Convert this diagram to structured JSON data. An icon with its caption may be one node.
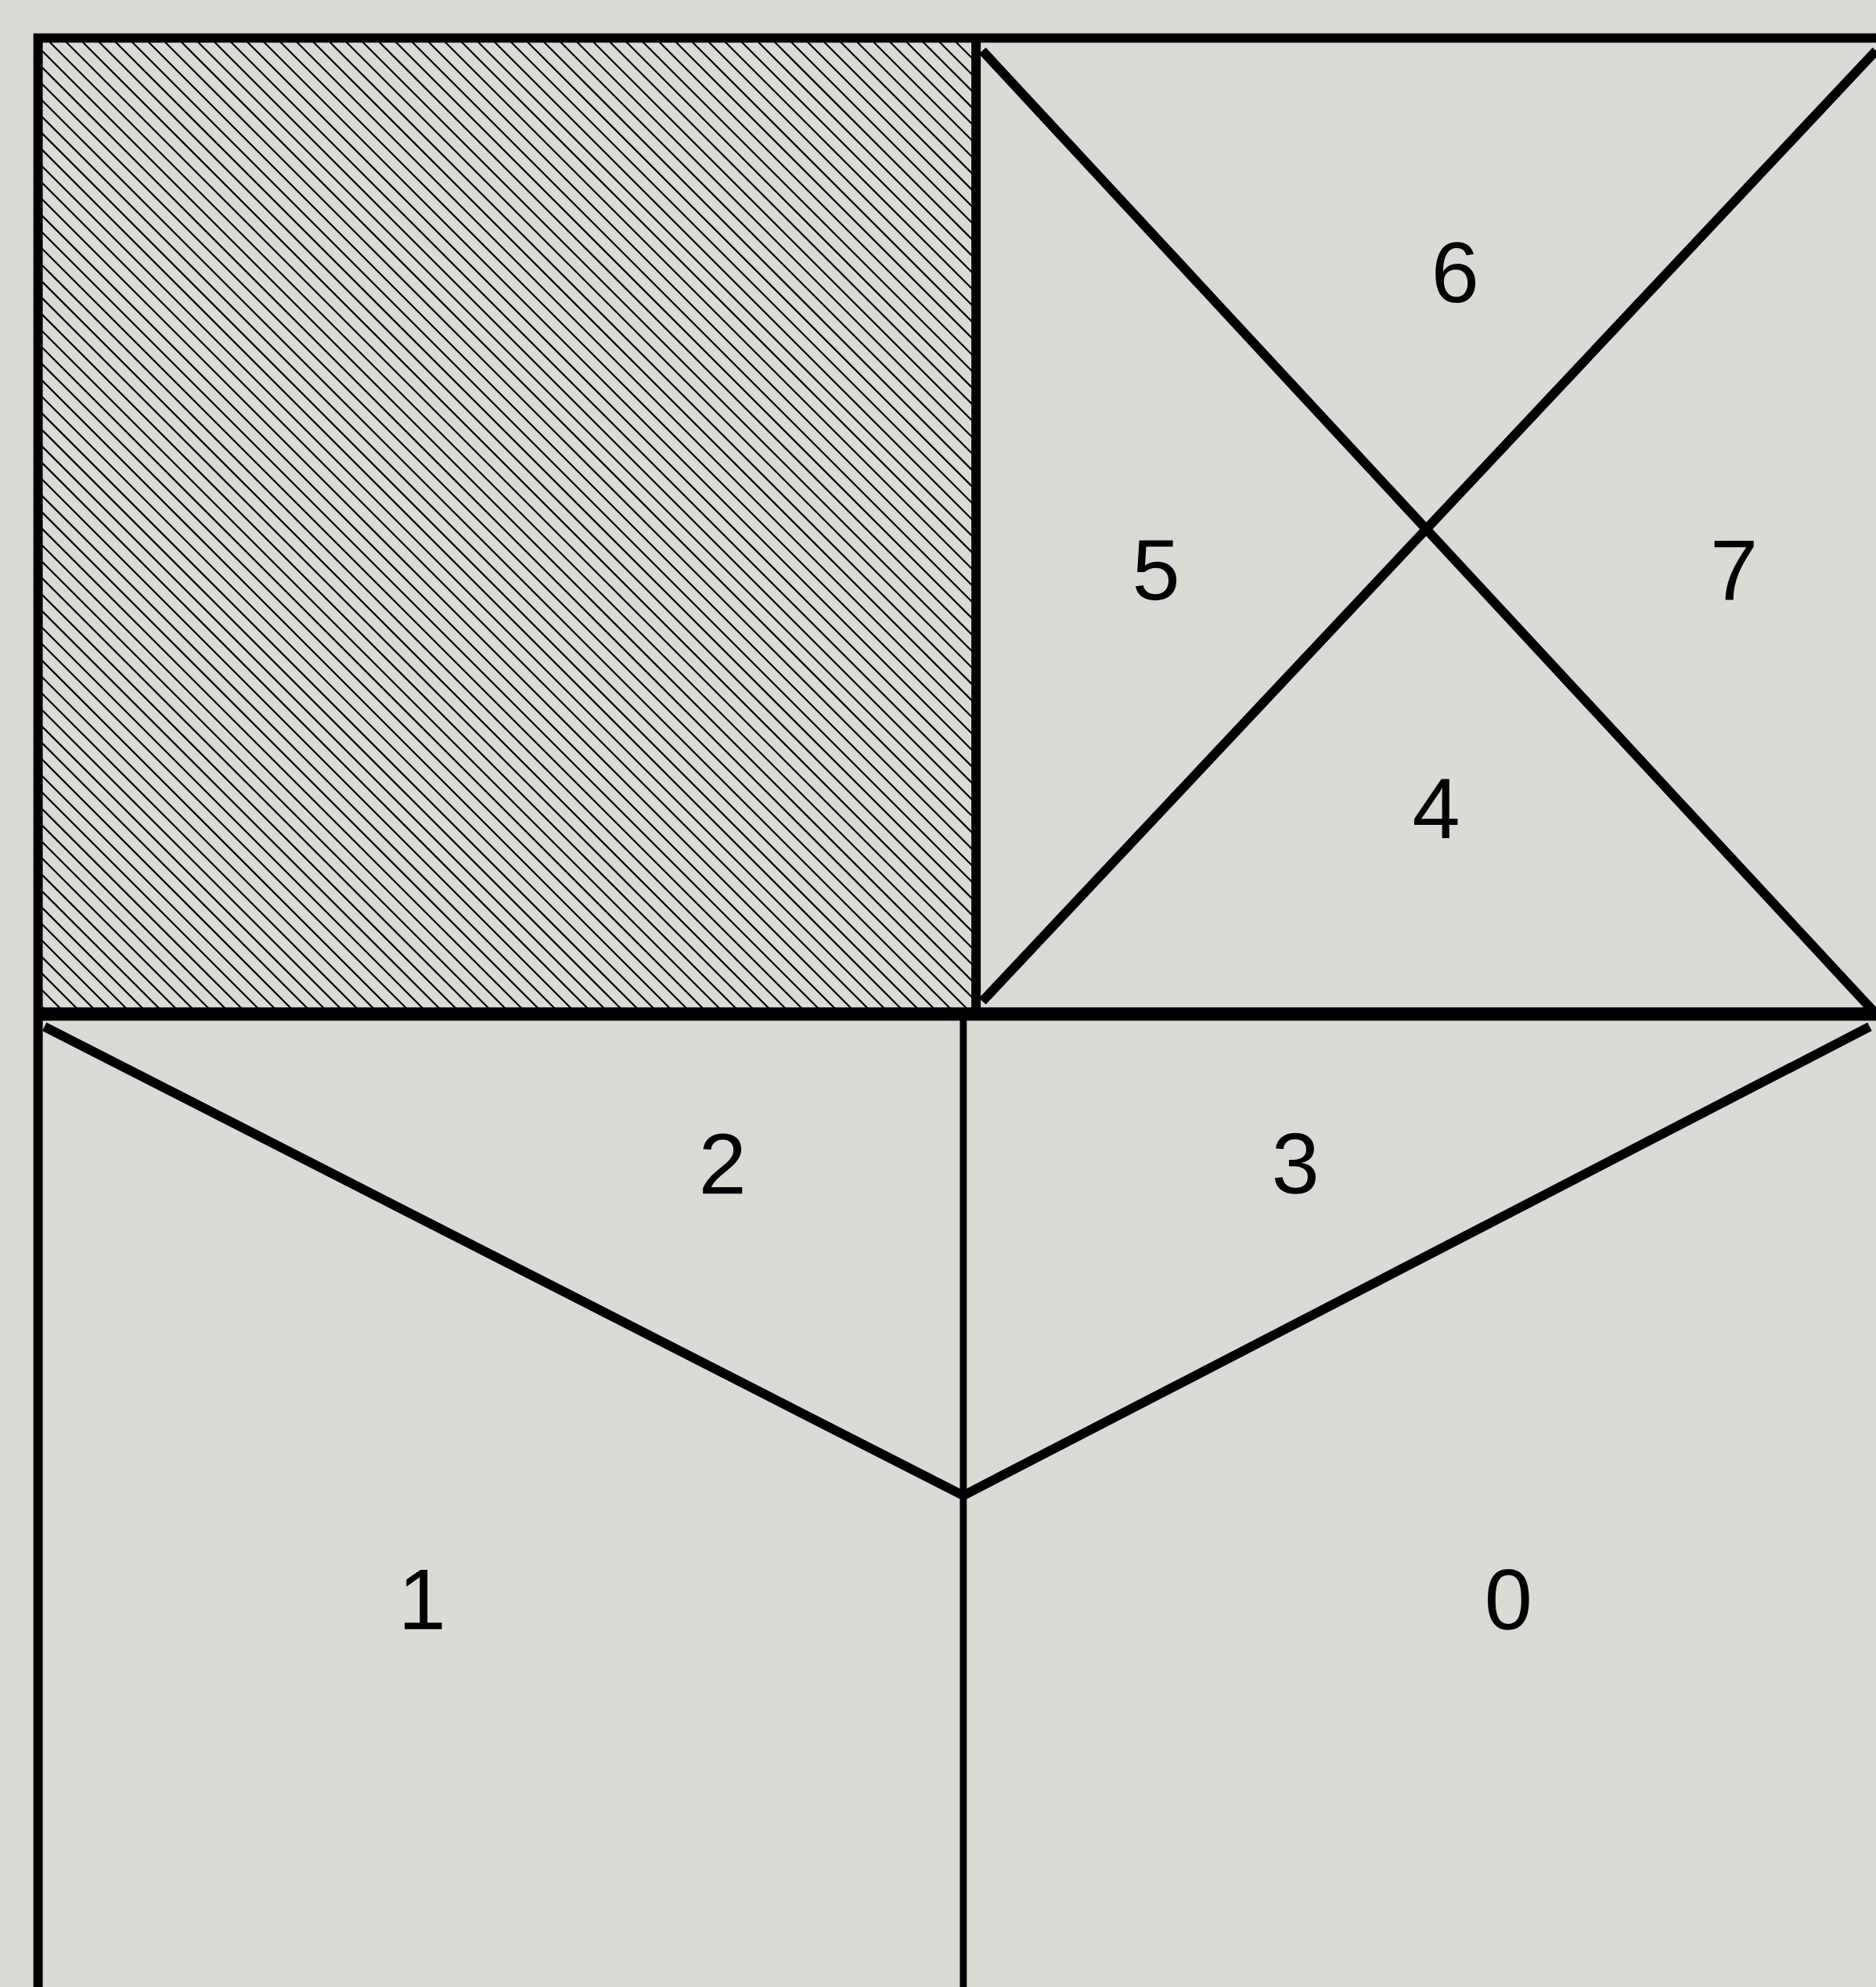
{
  "diagram": {
    "labels": [
      "6",
      "5",
      "7",
      "4",
      "2",
      "3",
      "1",
      "0"
    ]
  }
}
